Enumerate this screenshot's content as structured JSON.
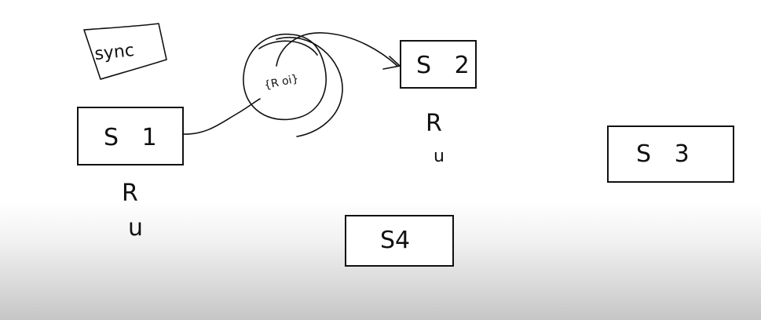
{
  "colors": {
    "background": "#ffffff",
    "ink": "#111111",
    "bottom_shade": "#c6c6c6"
  },
  "annotations": {
    "sync_note": "sync",
    "replication_note": "{R oi}"
  },
  "servers": [
    {
      "label": "S 1",
      "sub_top": "R",
      "sub_bottom": "u"
    },
    {
      "label": "S 2",
      "sub_top": "R",
      "sub_bottom": "u"
    },
    {
      "label": "S 3"
    },
    {
      "label": "S4"
    }
  ]
}
